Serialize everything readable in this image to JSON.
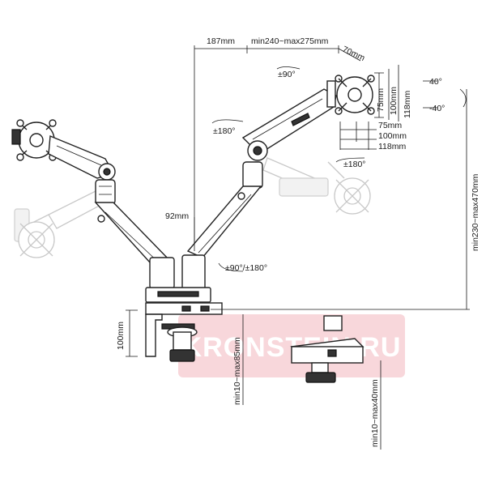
{
  "watermark": {
    "text": "KRONSTEIN.RU",
    "color": "#e8909a"
  },
  "dimensions": {
    "arm_offset": "187mm",
    "arm_length": "min240~max275mm",
    "head_depth": "70mm",
    "tilt_up": "40°",
    "tilt_down": "-40°",
    "vesa_75_v": "75mm",
    "vesa_100_v": "100mm",
    "vesa_118_v": "118mm",
    "vesa_75_h": "75mm",
    "vesa_100_h": "100mm",
    "vesa_118_h": "118mm",
    "swivel_head": "±180°",
    "swivel_arm": "±180°",
    "rotate_top": "±90°",
    "pole_offset": "92mm",
    "base_rotation": "±90°/±180°",
    "height_range": "min230~max470mm",
    "clamp_height": "100mm",
    "clamp_range": "min10~max85mm",
    "grommet_range": "min10~max40mm"
  }
}
